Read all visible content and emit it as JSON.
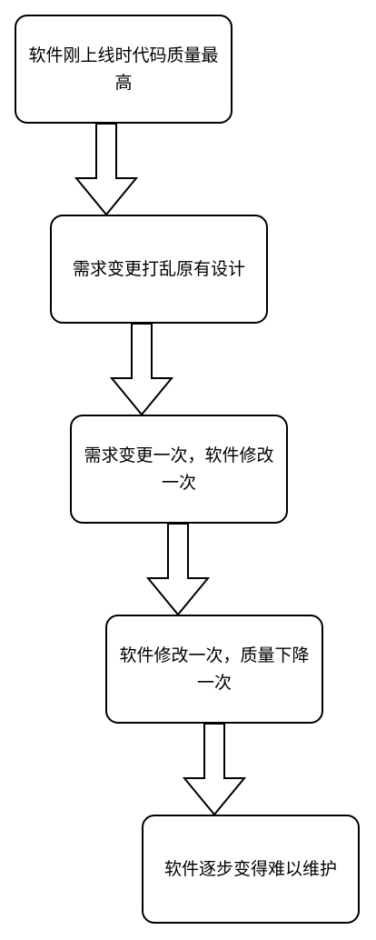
{
  "diagram": {
    "type": "flowchart",
    "direction": "top-to-bottom",
    "nodes": [
      {
        "id": "n1",
        "label": "软件刚上线时代码质量最高"
      },
      {
        "id": "n2",
        "label": "需求变更打乱原有设计"
      },
      {
        "id": "n3",
        "label": "需求变更一次，软件修改一次"
      },
      {
        "id": "n4",
        "label": "软件修改一次，质量下降一次"
      },
      {
        "id": "n5",
        "label": "软件逐步变得难以维护"
      }
    ],
    "edges": [
      {
        "from": "n1",
        "to": "n2"
      },
      {
        "from": "n2",
        "to": "n3"
      },
      {
        "from": "n3",
        "to": "n4"
      },
      {
        "from": "n4",
        "to": "n5"
      }
    ],
    "colors": {
      "stroke": "#000000",
      "fill": "#ffffff"
    },
    "arrow_style": "hollow-block-arrow"
  }
}
